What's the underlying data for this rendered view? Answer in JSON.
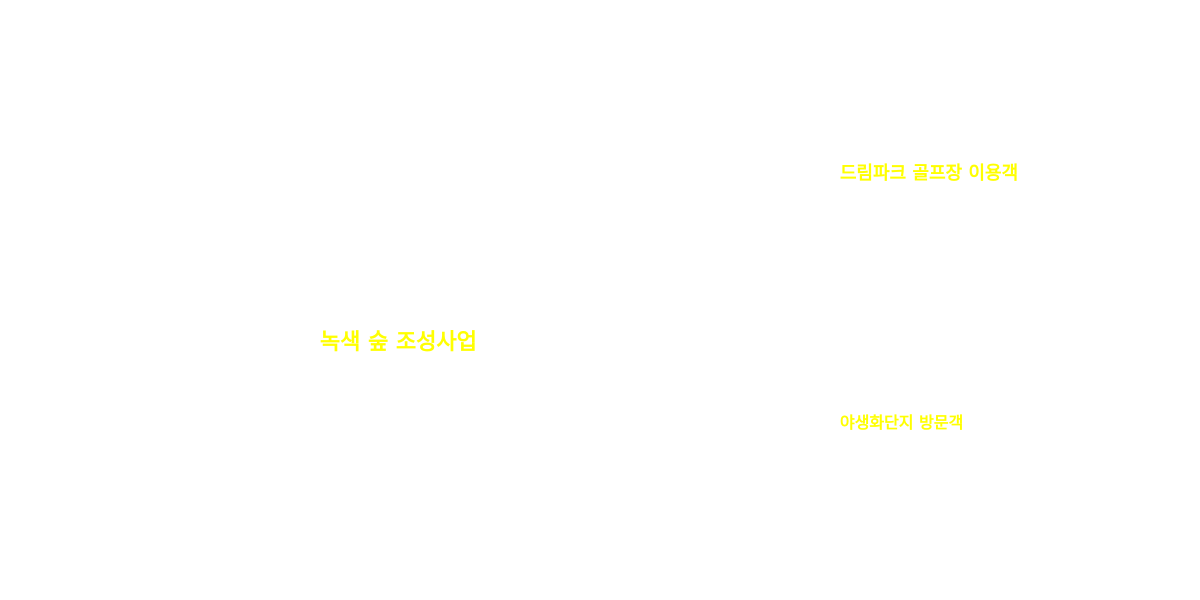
{
  "labels": {
    "main": "녹색 숲 조성사업",
    "golf": "드림파크 골프장 이용객",
    "flower": "야생화단지 방문객"
  },
  "colors": {
    "label": "#ffff00",
    "background": "#ffffff"
  }
}
